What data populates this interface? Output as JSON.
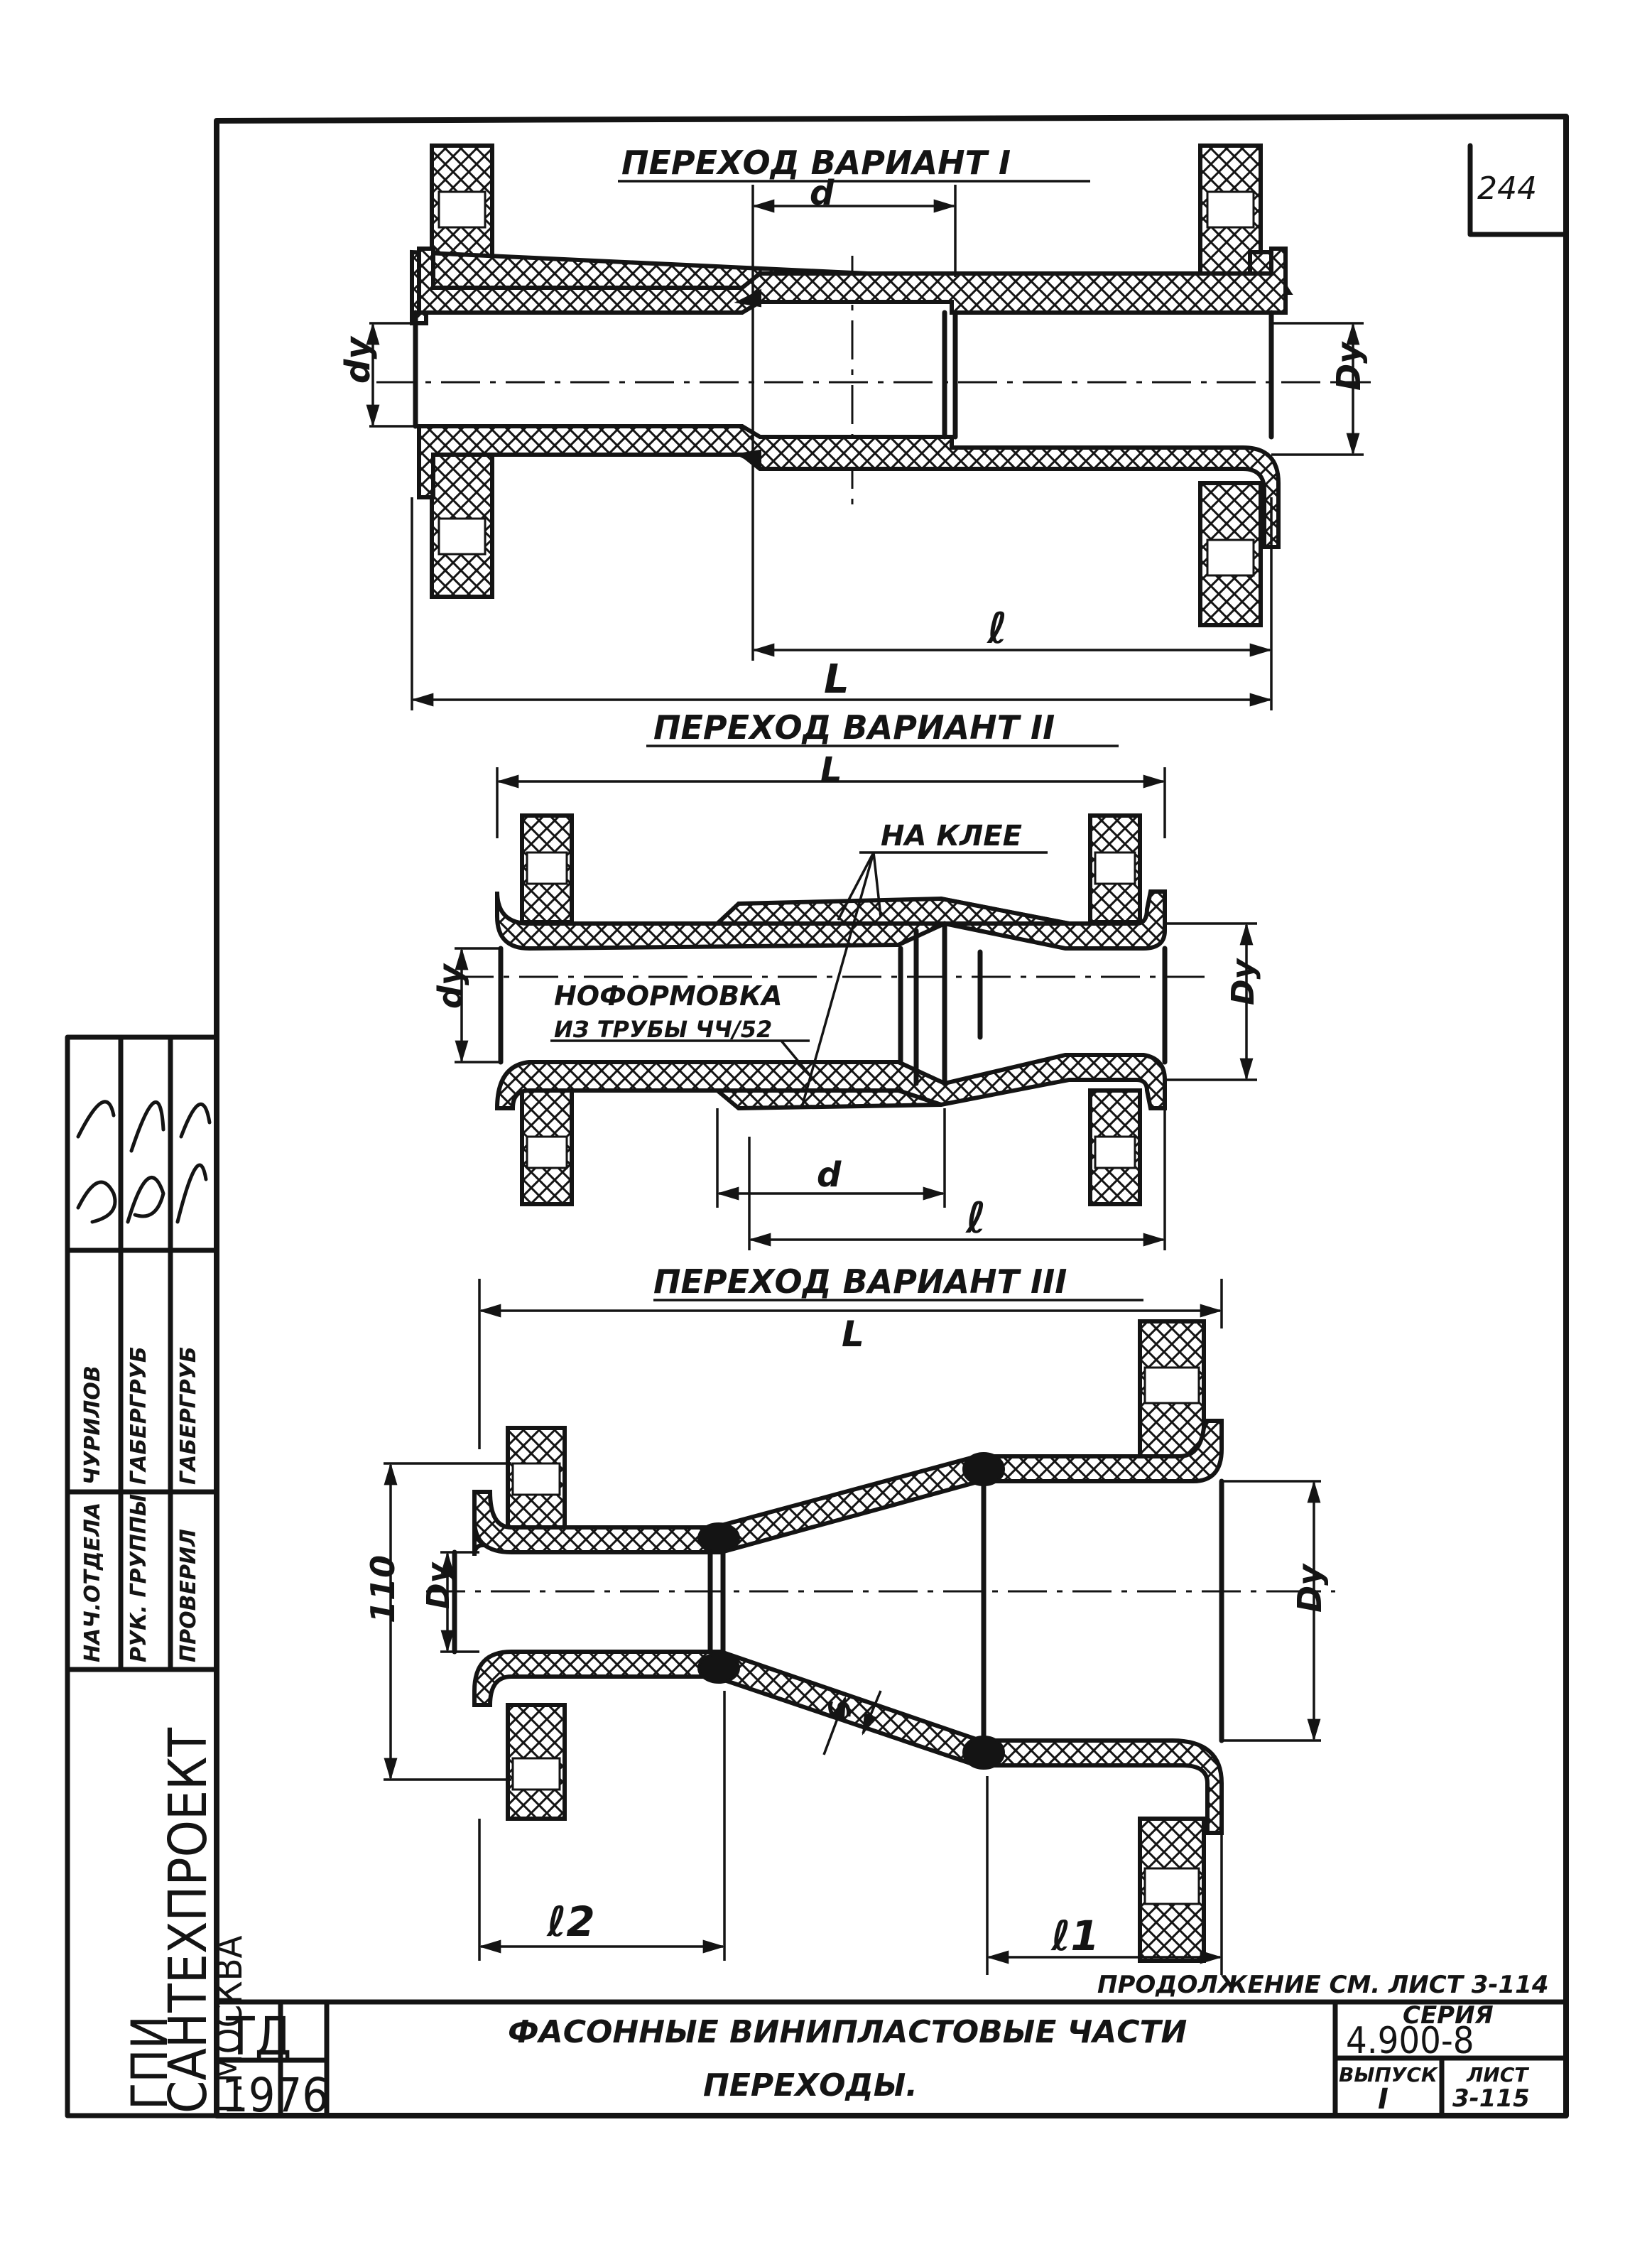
{
  "sheet_number": "244",
  "variant_1": {
    "title": "ПЕРЕХОД  ВАРИАНТ  I",
    "dim_d": "d",
    "dim_dy": "dy",
    "dim_Dy": "Dy",
    "dim_l": "ℓ",
    "dim_L": "L"
  },
  "variant_2": {
    "title": "ПЕРЕХОД  ВАРИАНТ  II",
    "dim_L": "L",
    "glue_note": "НА КЛЕЕ",
    "forming_note_line1": "НОФОРМОВКА",
    "forming_note_line2": "ИЗ ТРУБЫ ЧЧ/52",
    "dim_dy": "dy",
    "dim_Dy": "Dy",
    "dim_d": "d",
    "dim_l": "ℓ"
  },
  "variant_3": {
    "title": "ПЕРЕХОД    ВАРИАНТ  III",
    "dim_L": "L",
    "dim_110": "110",
    "dim_Dy_left": "Dy",
    "dim_Dy_right": "Dy",
    "dim_s": "S",
    "dim_l2": "ℓ2",
    "dim_l1": "ℓ1"
  },
  "continuation_note": "ПРОДОЛЖЕНИЕ СМ. ЛИСТ 3-114",
  "title_block": {
    "org_line1": "ГПИ",
    "org_line2": "САНТЕХПРОЕКТ",
    "org_line3": "Г.МОСКВА",
    "role_head": "НАЧ.ОТДЕЛА",
    "role_group": "РУК. ГРУППЫ",
    "role_check": "ПРОВЕРИЛ",
    "name_head": "ЧУРИЛОВ",
    "name_group": "ГАБЕРГРУБ",
    "name_check": "ГАБЕРГРУБ",
    "td": "ТД",
    "year": "1976",
    "title_line1": "ФАСОННЫЕ ВИНИПЛАСТОВЫЕ ЧАСТИ",
    "title_line2": "ПЕРЕХОДЫ.",
    "series_label": "СЕРИЯ",
    "series_value": "4.900-8",
    "issue_label": "ВЫПУСК",
    "issue_value": "I",
    "sheet_label": "ЛИСТ",
    "sheet_value": "3-115"
  }
}
